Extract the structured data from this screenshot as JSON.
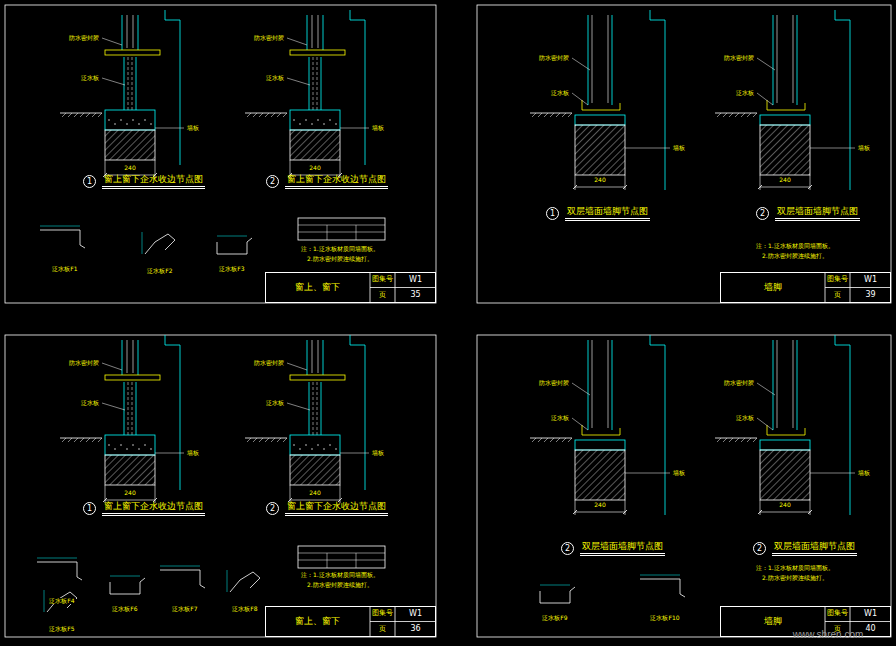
{
  "diagram": {
    "nodes": [
      {
        "text": [
          "1",
          "窗上窗下企水收边节点图"
        ]
      },
      {
        "text": [
          "2",
          "窗上窗下企水收边节点图"
        ]
      },
      {
        "text": [
          "窗上、窗下",
          "图集号",
          "W1",
          "页",
          "35"
        ]
      },
      {
        "text": [
          "1",
          "双层墙面墙脚节点图"
        ]
      },
      {
        "text": [
          "2",
          "双层墙面墙脚节点图"
        ]
      },
      {
        "text": [
          "墙脚",
          "图集号",
          "W1",
          "页",
          "39"
        ]
      },
      {
        "text": [
          "1",
          "窗上窗下企水收边节点图"
        ]
      },
      {
        "text": [
          "2",
          "窗上窗下企水收边节点图"
        ]
      },
      {
        "text": [
          "窗上、窗下",
          "图集号",
          "W1",
          "页",
          "36"
        ]
      },
      {
        "text": [
          "2",
          "双层墙面墙脚节点图"
        ]
      },
      {
        "text": [
          "2",
          "双层墙面墙脚节点图"
        ]
      },
      {
        "text": [
          "墙脚",
          "图集号",
          "W1",
          "页",
          "40"
        ]
      }
    ],
    "labels": [
      "防水密封胶",
      "泛水板",
      "墙板",
      "240",
      "防水密封胶",
      "泛水板",
      "墙板",
      "240",
      "防水密封胶",
      "泛水板",
      "墙板",
      "240",
      "防水密封胶",
      "泛水板",
      "墙板",
      "240",
      "防水密封胶",
      "泛水板",
      "墙板",
      "240",
      "防水密封胶",
      "泛水板",
      "墙板",
      "240",
      "防水密封胶",
      "泛水板",
      "墙板",
      "240",
      "防水密封胶",
      "泛水板",
      "墙板",
      "240",
      "泛水板F1",
      "泛水板F2",
      "泛水板F3",
      "泛水板F4",
      "泛水板F5",
      "泛水板F6",
      "泛水板F7",
      "泛水板F8",
      "泛水板F9",
      "泛水板F10",
      "注：1.泛水板材质同墙面板。",
      "2.防水密封胶连续施打。",
      "注：1.泛水板材质同墙面板。",
      "2.防水密封胶连续施打。",
      "注：1.泛水板材质同墙面板。",
      "2.防水密封胶连续施打。",
      "注：1.泛水板材质同墙面板。",
      "2.防水密封胶连续施打。",
      "www.shren.com"
    ]
  }
}
